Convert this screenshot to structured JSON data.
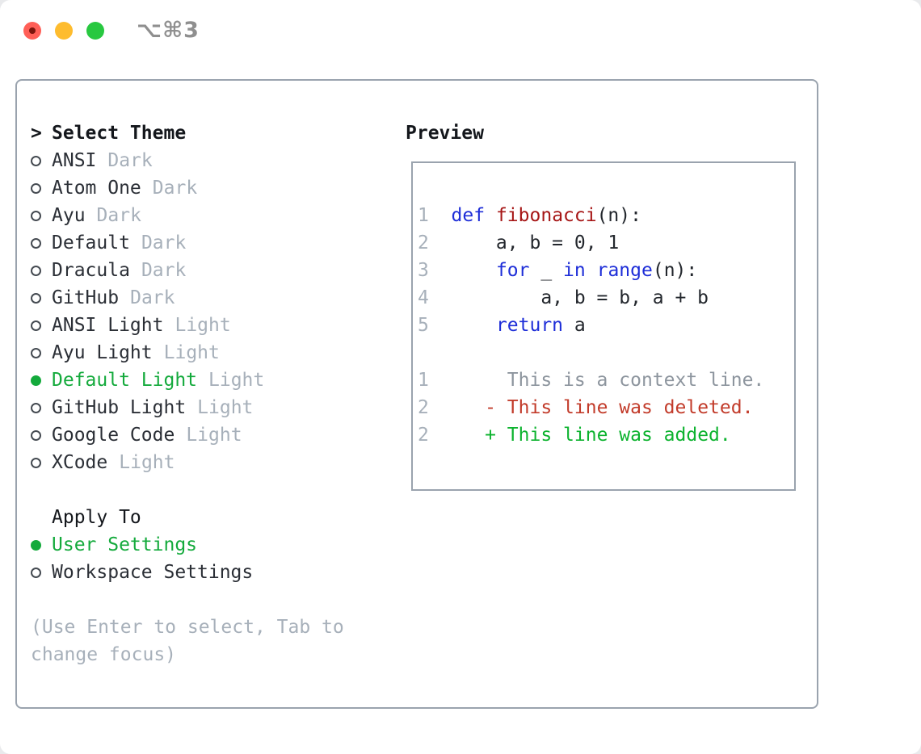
{
  "titlebar": {
    "shortcut": "⌥⌘3"
  },
  "theme_list": {
    "prompt": ">",
    "title": "Select Theme",
    "items": [
      {
        "name": "ANSI",
        "variant": "Dark",
        "selected": false
      },
      {
        "name": "Atom One",
        "variant": "Dark",
        "selected": false
      },
      {
        "name": "Ayu",
        "variant": "Dark",
        "selected": false
      },
      {
        "name": "Default",
        "variant": "Dark",
        "selected": false
      },
      {
        "name": "Dracula",
        "variant": "Dark",
        "selected": false
      },
      {
        "name": "GitHub",
        "variant": "Dark",
        "selected": false
      },
      {
        "name": "ANSI Light",
        "variant": "Light",
        "selected": false
      },
      {
        "name": "Ayu Light",
        "variant": "Light",
        "selected": false
      },
      {
        "name": "Default Light",
        "variant": "Light",
        "selected": true
      },
      {
        "name": "GitHub Light",
        "variant": "Light",
        "selected": false
      },
      {
        "name": "Google Code",
        "variant": "Light",
        "selected": false
      },
      {
        "name": "XCode",
        "variant": "Light",
        "selected": false
      }
    ]
  },
  "apply_to": {
    "title": "Apply To",
    "options": [
      {
        "label": "User Settings",
        "selected": true
      },
      {
        "label": "Workspace Settings",
        "selected": false
      }
    ]
  },
  "help": "(Use Enter to select, Tab to change focus)",
  "preview": {
    "title": "Preview",
    "code": [
      {
        "num": "1  ",
        "tokens": [
          {
            "t": "def",
            "c": "kw"
          },
          {
            "t": " ",
            "c": "pl"
          },
          {
            "t": "fibonacci",
            "c": "fn"
          },
          {
            "t": "(n):",
            "c": "pl"
          }
        ]
      },
      {
        "num": "2  ",
        "tokens": [
          {
            "t": "    a, b = 0, 1",
            "c": "pl"
          }
        ]
      },
      {
        "num": "3  ",
        "tokens": [
          {
            "t": "    ",
            "c": "pl"
          },
          {
            "t": "for",
            "c": "kw"
          },
          {
            "t": " _ ",
            "c": "pl"
          },
          {
            "t": "in",
            "c": "kw"
          },
          {
            "t": " ",
            "c": "pl"
          },
          {
            "t": "range",
            "c": "kw"
          },
          {
            "t": "(n):",
            "c": "pl"
          }
        ]
      },
      {
        "num": "4  ",
        "tokens": [
          {
            "t": "        a, b = b, a + b",
            "c": "pl"
          }
        ]
      },
      {
        "num": "5  ",
        "tokens": [
          {
            "t": "    ",
            "c": "pl"
          },
          {
            "t": "return",
            "c": "kw"
          },
          {
            "t": " a",
            "c": "pl"
          }
        ]
      }
    ],
    "diff": [
      {
        "num": "1  ",
        "tokens": [
          {
            "t": "     This is a context line.",
            "c": "ctx"
          }
        ]
      },
      {
        "num": "2  ",
        "tokens": [
          {
            "t": "   ",
            "c": "pl"
          },
          {
            "t": "- This line was deleted.",
            "c": "del"
          }
        ]
      },
      {
        "num": "2  ",
        "tokens": [
          {
            "t": "   ",
            "c": "pl"
          },
          {
            "t": "+ This line was added.",
            "c": "add"
          }
        ]
      }
    ]
  },
  "colors": {
    "accent-green": "#14aa3c",
    "keyword-blue": "#1e2ed8",
    "function-red": "#a61616",
    "deleted-red": "#c23b2a",
    "added-green": "#0db32f",
    "muted-gray": "#a7b0ba",
    "context-gray": "#8d959e",
    "border-gray": "#9aa3ae",
    "text-dark": "#2b2f36",
    "traffic-red": "#ff5f57",
    "traffic-yellow": "#febc2e",
    "traffic-green": "#28c840"
  }
}
